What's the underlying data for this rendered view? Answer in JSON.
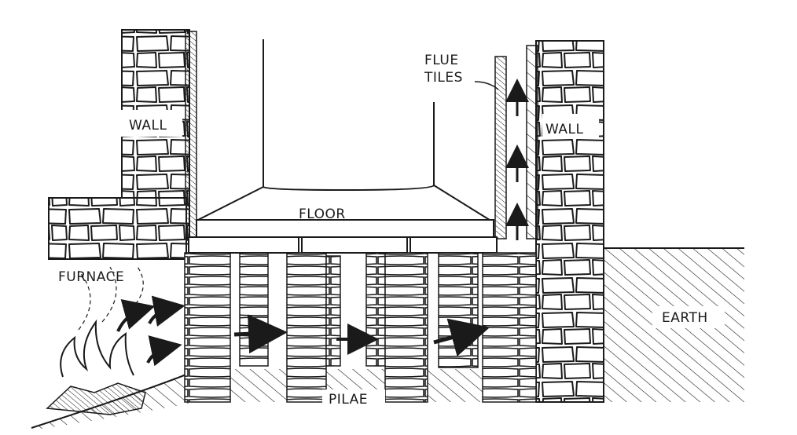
{
  "labels": {
    "wall_left": "WALL",
    "wall_right": "WALL",
    "flue_line1": "FLUE",
    "flue_line2": "TILES",
    "floor": "FLOOR",
    "furnace": "FURNACE",
    "earth": "EARTH",
    "pilae": "PILAE"
  },
  "colors": {
    "ink": "#1a1a1a",
    "paper": "#ffffff"
  }
}
